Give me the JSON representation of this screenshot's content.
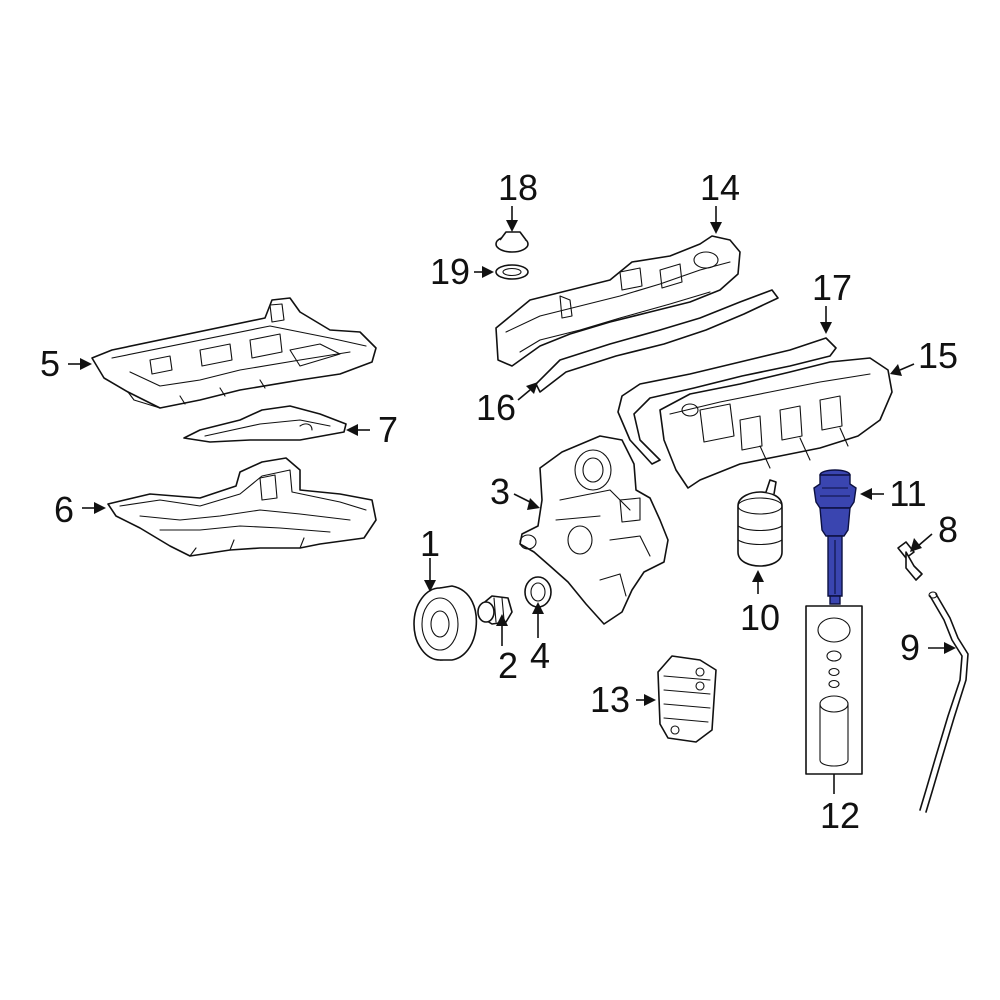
{
  "diagram": {
    "highlight_color": "#3a45b0",
    "callouts": [
      {
        "id": "1",
        "label": "1"
      },
      {
        "id": "2",
        "label": "2"
      },
      {
        "id": "3",
        "label": "3"
      },
      {
        "id": "4",
        "label": "4"
      },
      {
        "id": "5",
        "label": "5"
      },
      {
        "id": "6",
        "label": "6"
      },
      {
        "id": "7",
        "label": "7"
      },
      {
        "id": "8",
        "label": "8"
      },
      {
        "id": "9",
        "label": "9"
      },
      {
        "id": "10",
        "label": "10"
      },
      {
        "id": "11",
        "label": "11",
        "highlighted": true
      },
      {
        "id": "12",
        "label": "12"
      },
      {
        "id": "13",
        "label": "13"
      },
      {
        "id": "14",
        "label": "14"
      },
      {
        "id": "15",
        "label": "15"
      },
      {
        "id": "16",
        "label": "16"
      },
      {
        "id": "17",
        "label": "17"
      },
      {
        "id": "18",
        "label": "18"
      },
      {
        "id": "19",
        "label": "19"
      }
    ]
  }
}
